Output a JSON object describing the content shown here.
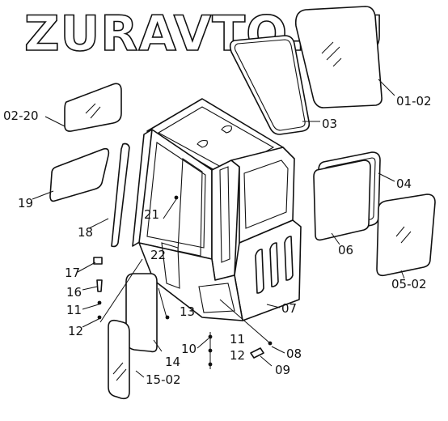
{
  "watermark": "ZURAVTO.RU",
  "callouts": {
    "c01_02": "01-02",
    "c02_20": "02-20",
    "c03": "03",
    "c04": "04",
    "c05_02": "05-02",
    "c06": "06",
    "c07": "07",
    "c08": "08",
    "c09": "09",
    "c10": "10",
    "c11a": "11",
    "c11b": "11",
    "c12a": "12",
    "c12b": "12",
    "c13": "13",
    "c14": "14",
    "c15_02": "15-02",
    "c16": "16",
    "c17": "17",
    "c18": "18",
    "c19": "19",
    "c21": "21",
    "c22": "22"
  }
}
